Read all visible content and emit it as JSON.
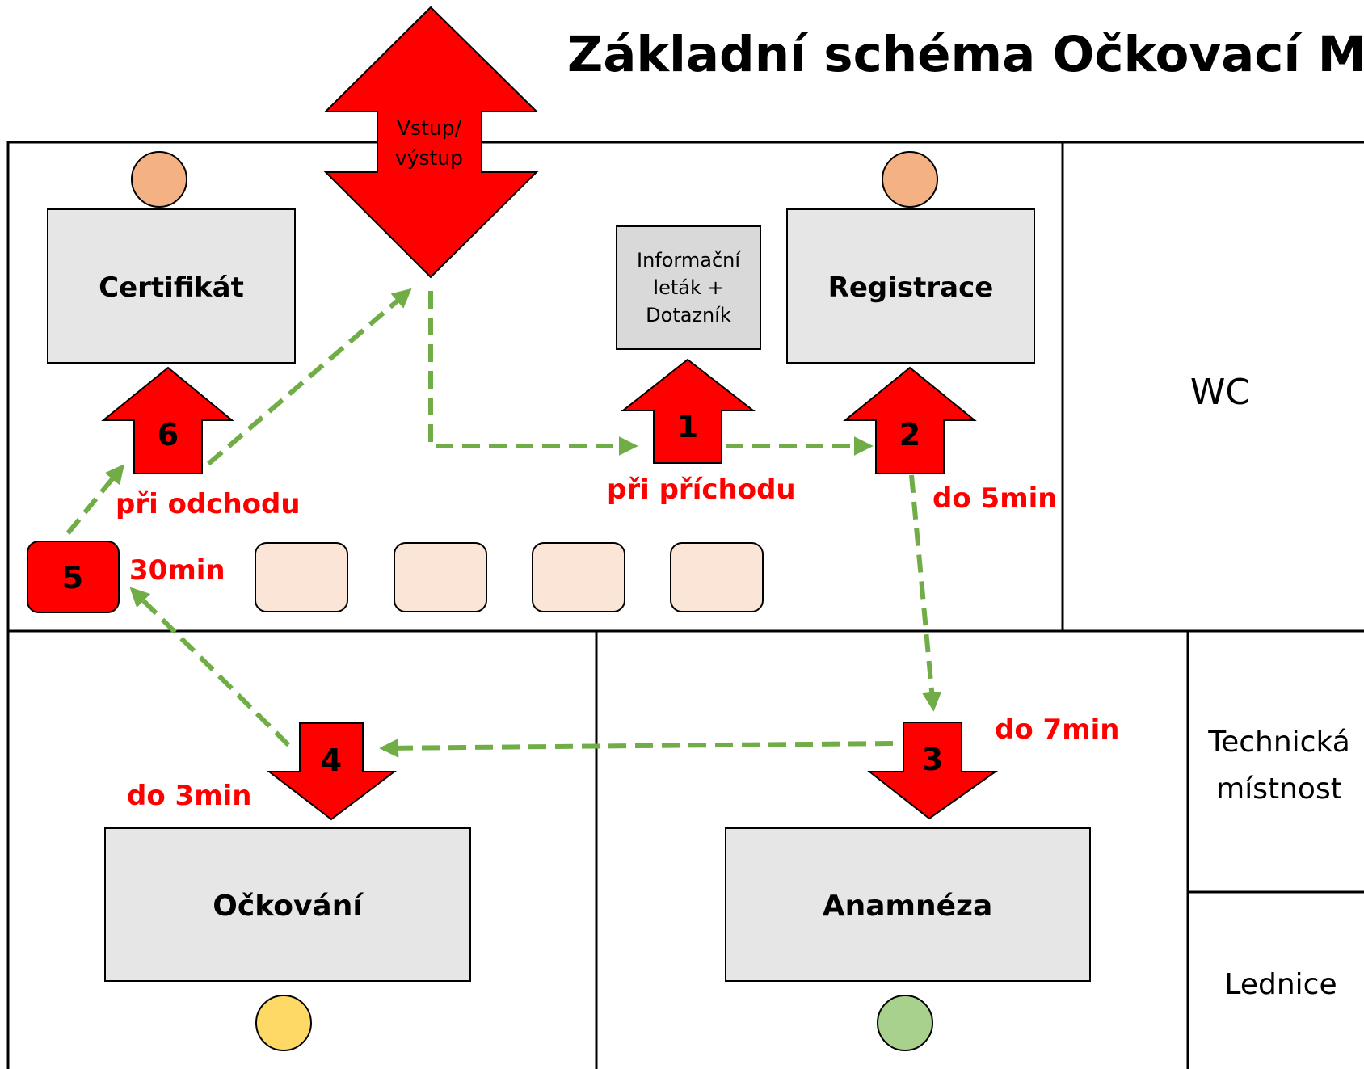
{
  "title": "Základní schéma Očkovací Místo",
  "entrance": {
    "line1": "Vstup/",
    "line2": "výstup"
  },
  "stations": {
    "certifikat": "Certifikát",
    "registrace": "Registrace",
    "ockovani": "Očkování",
    "anamneza": "Anamnéza"
  },
  "info_box": {
    "line1": "Informační",
    "line2": "leták +",
    "line3": "Dotazník"
  },
  "rooms": {
    "wc": "WC",
    "technicka_line1": "Technická",
    "technicka_line2": "místnost",
    "lednice": "Lednice"
  },
  "steps": {
    "s1": "1",
    "s2": "2",
    "s3": "3",
    "s4": "4",
    "s5": "5",
    "s6": "6"
  },
  "annotations": {
    "pri_prichodu": "při příchodu",
    "pri_odchodu": "při odchodu",
    "do_5min": "do 5min",
    "do_7min": "do 7min",
    "do_3min": "do 3min",
    "min_30": "30min"
  },
  "colors": {
    "arrow_red": "#ff0000",
    "path_green": "#70ad47",
    "station_fill": "#e6e6e6",
    "person_orange": "#f4b183",
    "person_yellow": "#ffd966",
    "person_green": "#a9d18e",
    "waiting_seat": "#fbe5d6"
  }
}
